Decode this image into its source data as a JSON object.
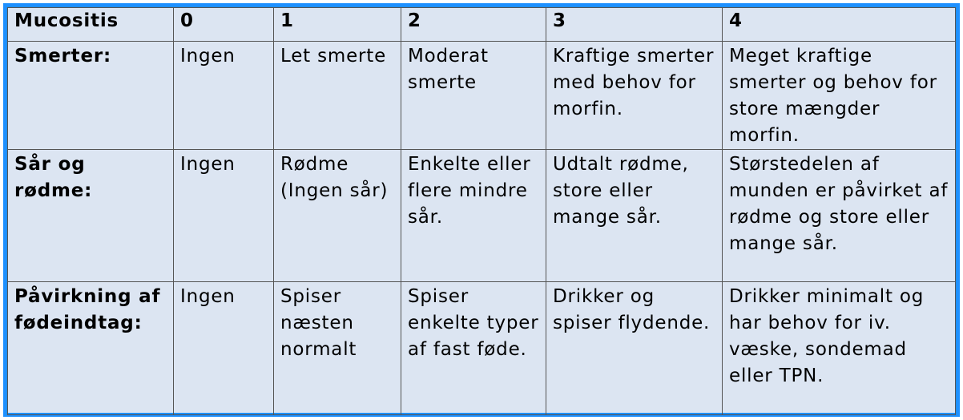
{
  "table": {
    "headers": [
      "Mucositis",
      "0",
      "1",
      "2",
      "3",
      "4"
    ],
    "rows": [
      {
        "label": "Smerter:",
        "cells": [
          "Ingen",
          "Let smerte",
          "Moderat smerte",
          "Kraftige smerter med behov for morfin.",
          "Meget kraftige smerter og behov for store mængder morfin."
        ]
      },
      {
        "label": "Sår og rødme:",
        "cells": [
          "Ingen",
          "Rødme (Ingen sår)",
          "Enkelte eller flere mindre sår.",
          "Udtalt rødme, store eller mange sår.",
          "Størstedelen af munden er påvirket af rødme og store eller mange sår."
        ]
      },
      {
        "label": "Påvirkning af fødeindtag:",
        "cells": [
          "Ingen",
          "Spiser næsten normalt",
          "Spiser enkelte typer af fast føde.",
          "Drikker og spiser flydende.",
          "Drikker minimalt og har behov for iv. væske, sondemad eller TPN."
        ]
      }
    ]
  },
  "colors": {
    "border_accent": "#1e90ff",
    "cell_background": "#dce5f2"
  }
}
